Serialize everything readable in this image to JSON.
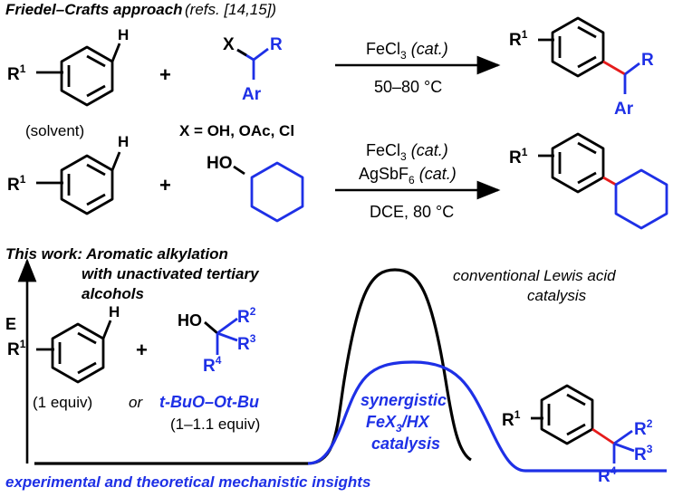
{
  "header": {
    "title": "Friedel–Crafts approach",
    "refs": "(refs. [14,15])"
  },
  "reaction1": {
    "arene_r": "R",
    "arene_sup": "1",
    "arene_h": "H",
    "plus": "+",
    "reagent_x": "X",
    "reagent_r": "R",
    "reagent_ar": "Ar",
    "solvent_note": "(solvent)",
    "x_definition": "X = OH, OAc, Cl",
    "catalyst_main": "FeCl",
    "catalyst_sub": "3",
    "catalyst_cat": "(cat.)",
    "conditions": "50–80 °C",
    "product_r": "R",
    "product_sup": "1",
    "product_r2": "R",
    "product_ar": "Ar"
  },
  "reaction2": {
    "arene_r": "R",
    "arene_sup": "1",
    "arene_h": "H",
    "plus": "+",
    "reagent_ho": "HO",
    "catalyst1_main": "FeCl",
    "catalyst1_sub": "3",
    "catalyst1_cat": "(cat.)",
    "catalyst2_main": "AgSbF",
    "catalyst2_sub": "6",
    "catalyst2_cat": "(cat.)",
    "conditions": "DCE, 80 °C",
    "product_r": "R",
    "product_sup": "1"
  },
  "this_work": {
    "label": "This work:",
    "line1": "Aromatic alkylation",
    "line2": "with unactivated tertiary",
    "line3": "alcohols",
    "energy_axis": "E",
    "arene_r": "R",
    "arene_sup": "1",
    "arene_h": "H",
    "plus": "+",
    "arene_equiv": "(1 equiv)",
    "or_label": "or",
    "alcohol_ho": "HO",
    "alcohol_r2": "R",
    "alcohol_r2_sup": "2",
    "alcohol_r3": "R",
    "alcohol_r3_sup": "3",
    "alcohol_r4": "R",
    "alcohol_r4_sup": "4",
    "alt_reagent": "t-BuO–Ot-Bu",
    "alt_equiv": "(1–1.1 equiv)",
    "conventional_line1": "conventional Lewis acid",
    "conventional_line2": "catalysis",
    "synergistic_line1": "synergistic",
    "synergistic_line2": "FeX",
    "synergistic_line2_sub": "3",
    "synergistic_line2_end": "/HX",
    "synergistic_line3": "catalysis",
    "product_r1": "R",
    "product_r1_sup": "1",
    "product_r2": "R",
    "product_r2_sup": "2",
    "product_r3": "R",
    "product_r3_sup": "3",
    "product_r4": "R",
    "product_r4_sup": "4",
    "insights": "experimental and theoretical mechanistic insights"
  },
  "colors": {
    "blue": "#1e30e6",
    "red": "#e51c1c",
    "black": "#000000"
  }
}
